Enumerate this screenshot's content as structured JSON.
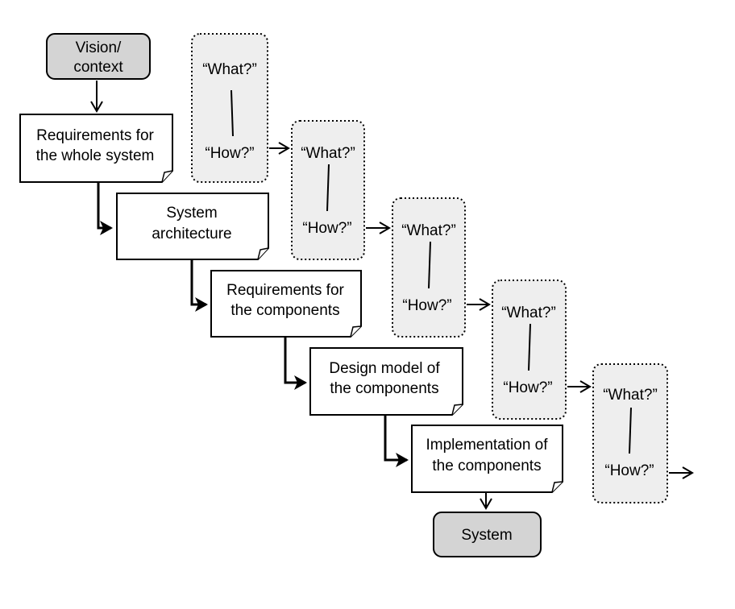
{
  "colors": {
    "terminal_fill": "#d4d4d4",
    "question_fill": "#eeeeee",
    "doc_fill": "#ffffff",
    "stroke": "#000000"
  },
  "start_node": {
    "label_line1": "Vision/",
    "label_line2": "context"
  },
  "end_node": {
    "label": "System"
  },
  "documents": [
    {
      "line1": "Requirements for",
      "line2": "the whole system"
    },
    {
      "line1": "System",
      "line2": "architecture"
    },
    {
      "line1": "Requirements for",
      "line2": "the components"
    },
    {
      "line1": "Design model  of",
      "line2": "the components"
    },
    {
      "line1": "Implementation of",
      "line2": "the components"
    }
  ],
  "questions": [
    {
      "what": "“What?”",
      "how": "“How?”"
    },
    {
      "what": "“What?”",
      "how": "“How?”"
    },
    {
      "what": "“What?”",
      "how": "“How?”"
    },
    {
      "what": "“What?”",
      "how": "“How?”"
    },
    {
      "what": "“What?”",
      "how": "“How?”"
    }
  ]
}
